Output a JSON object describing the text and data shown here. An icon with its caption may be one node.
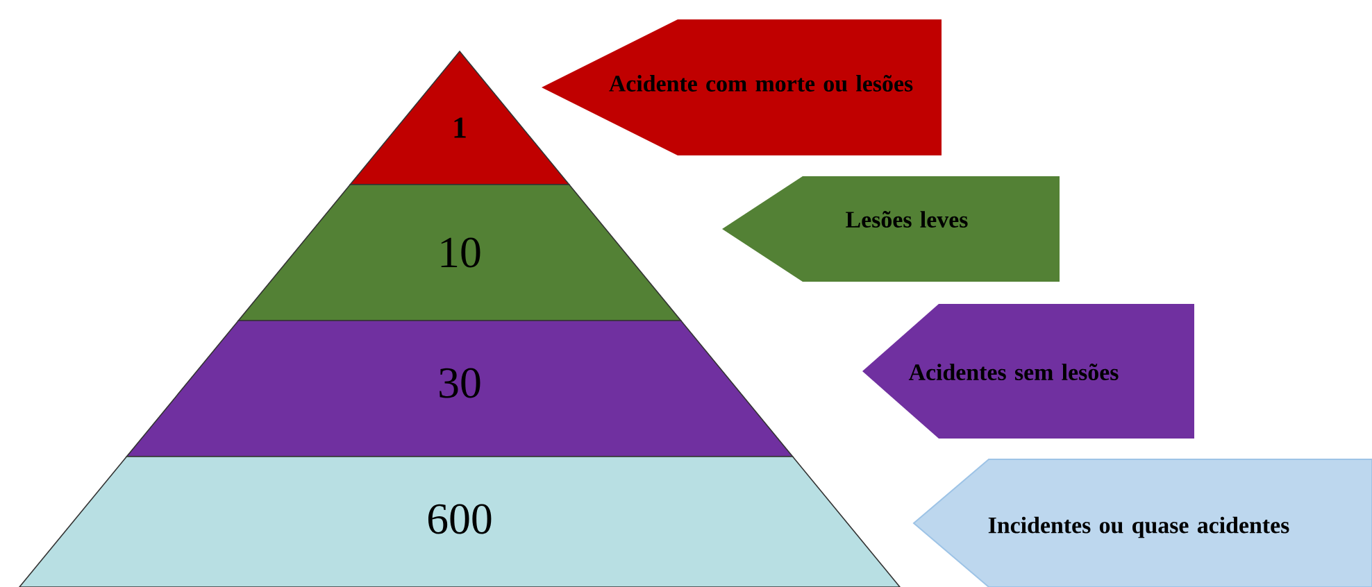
{
  "diagram": {
    "nodes": [
      {
        "text": [
          "1"
        ]
      },
      {
        "text": [
          "10"
        ]
      },
      {
        "text": [
          "30"
        ]
      },
      {
        "text": [
          "600"
        ]
      },
      {
        "text": [
          "Acidente com morte ou lesões"
        ]
      },
      {
        "text": [
          "Lesões leves"
        ]
      },
      {
        "text": [
          "Acidentes sem lesões"
        ]
      },
      {
        "text": [
          "Incidentes ou quase acidentes"
        ]
      }
    ]
  }
}
